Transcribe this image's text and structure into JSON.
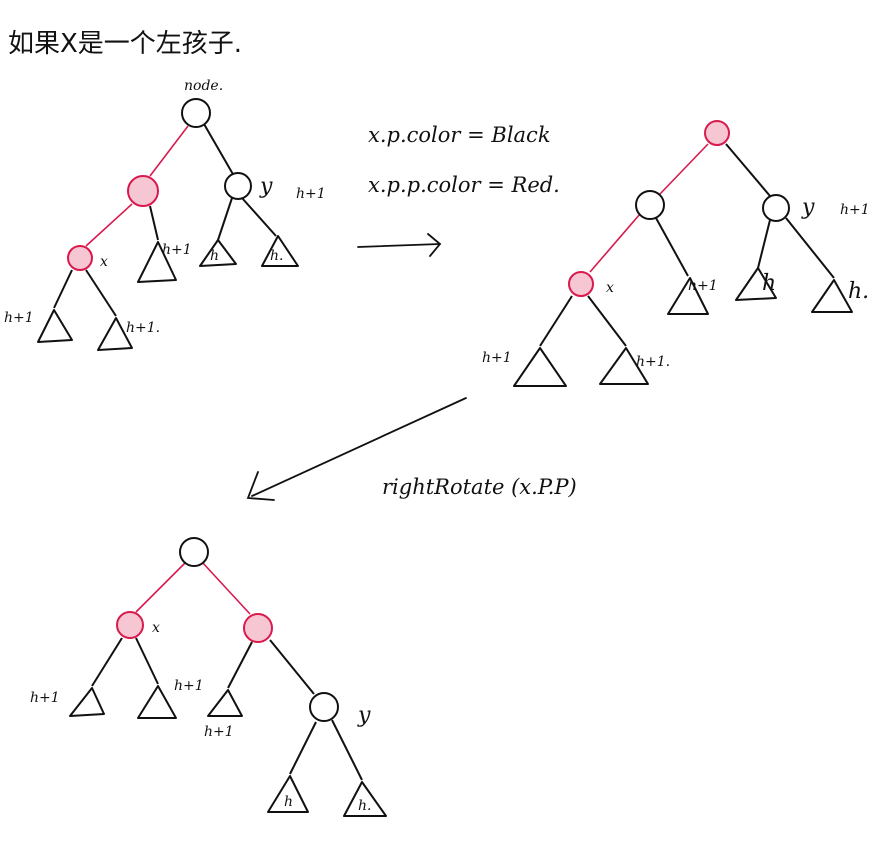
{
  "title": "如果X是一个左孩子.",
  "labels": {
    "node": "node.",
    "x": "x",
    "y": "y",
    "h": "h",
    "h_dot": "h.",
    "h_plus_1": "h+1",
    "h_plus_1_dot": "h+1."
  },
  "step1": {
    "line1": "x.p.color = Black",
    "line2": "x.p.p.color = Red."
  },
  "step2": {
    "caption": "rightRotate (x.P.P)"
  },
  "colors": {
    "red": "#d81a4d",
    "red_fill": "#f7c6d3",
    "black": "#111111"
  }
}
